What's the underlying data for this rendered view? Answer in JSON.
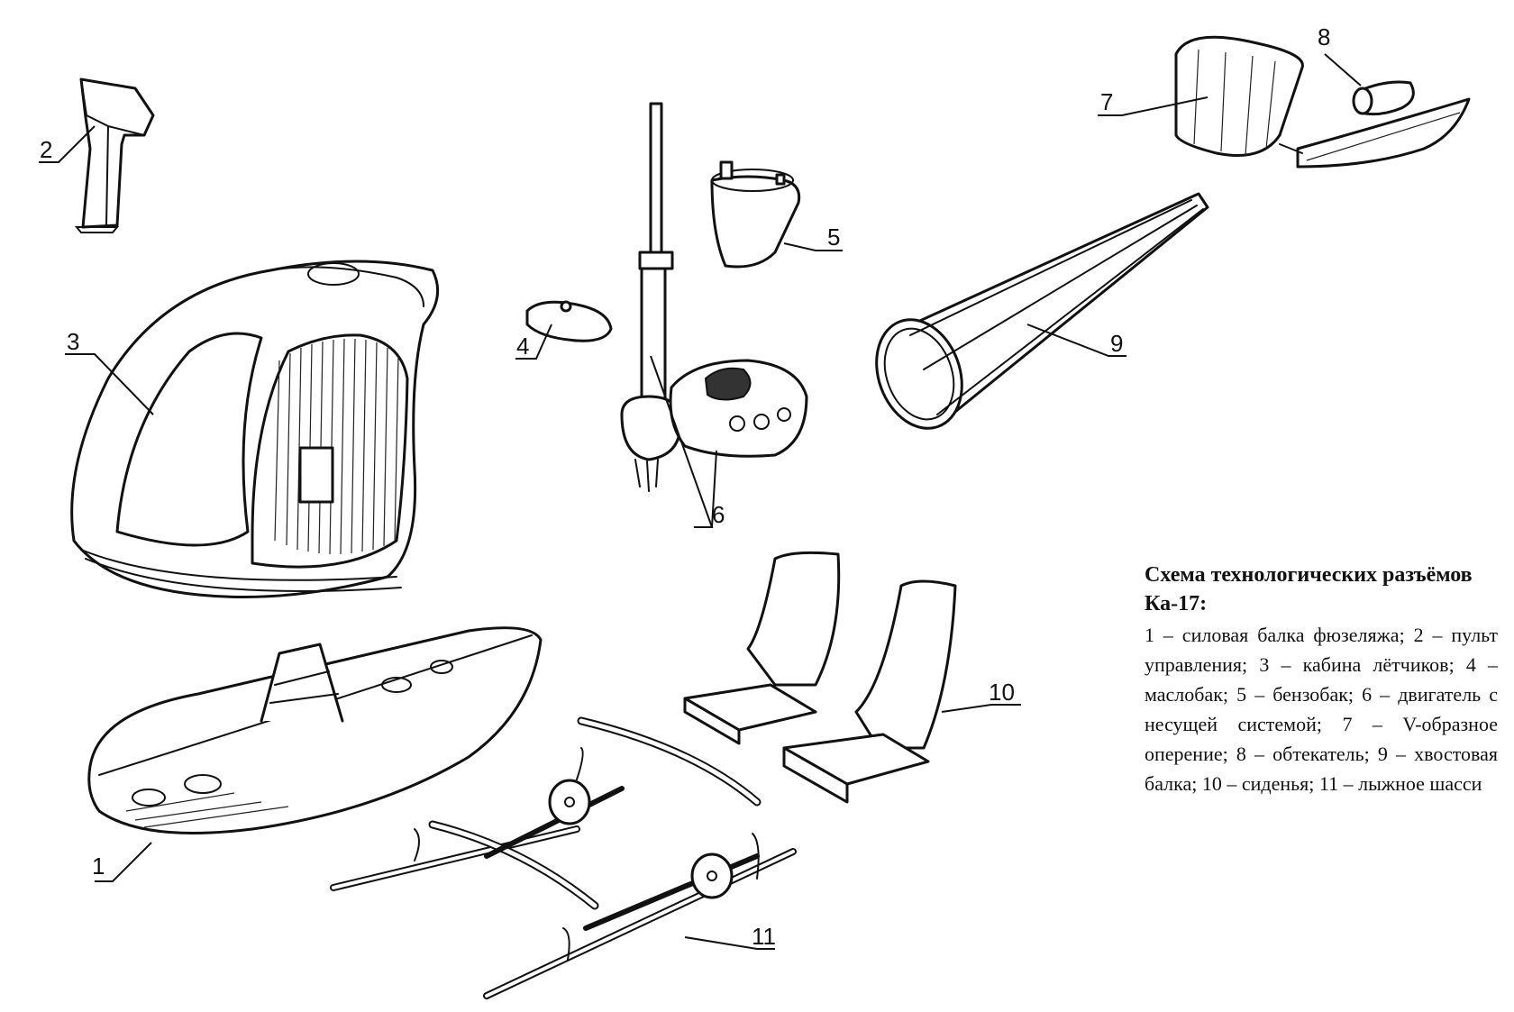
{
  "caption": {
    "title": "Схема технологических разъёмов Ка-17:",
    "items": [
      {
        "num": "1",
        "text": "1 – силовая балка фюзеляжа;"
      },
      {
        "num": "2",
        "text": "2 – пульт управления;"
      },
      {
        "num": "3",
        "text": "3 – кабина лётчиков;"
      },
      {
        "num": "4",
        "text": "4 – маслобак;"
      },
      {
        "num": "5",
        "text": "5 – бензобак;"
      },
      {
        "num": "6",
        "text": "6 – двигатель с несущей системой;"
      },
      {
        "num": "7",
        "text": "7 – V-образное оперение;"
      },
      {
        "num": "8",
        "text": "8 – обтекатель;"
      },
      {
        "num": "9",
        "text": "9 – хвостовая балка;"
      },
      {
        "num": "10",
        "text": "10 – сиденья;"
      },
      {
        "num": "11",
        "text": "11 – лыжное шасси"
      }
    ]
  },
  "callouts": {
    "c1": "1",
    "c2": "2",
    "c3": "3",
    "c4": "4",
    "c5": "5",
    "c6": "6",
    "c7": "7",
    "c8": "8",
    "c9": "9",
    "c10": "10",
    "c11": "11"
  }
}
